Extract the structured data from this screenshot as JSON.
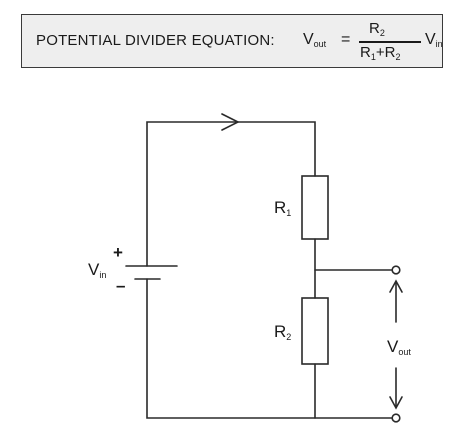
{
  "equation": {
    "label": "POTENTIAL DIVIDER EQUATION:",
    "lhs_main": "V",
    "lhs_sub": "out",
    "equals": "=",
    "numerator_main": "R",
    "numerator_sub": "2",
    "denominator_r1_main": "R",
    "denominator_r1_sub": "1",
    "denominator_plus": "+",
    "denominator_r2_main": "R",
    "denominator_r2_sub": "2",
    "rhs_main": "V",
    "rhs_sub": "in"
  },
  "circuit": {
    "source_main": "V",
    "source_sub": "in",
    "plus_sign": "+",
    "minus_sign": "–",
    "r1_main": "R",
    "r1_sub": "1",
    "r2_main": "R",
    "r2_sub": "2",
    "output_main": "V",
    "output_sub": "out"
  }
}
